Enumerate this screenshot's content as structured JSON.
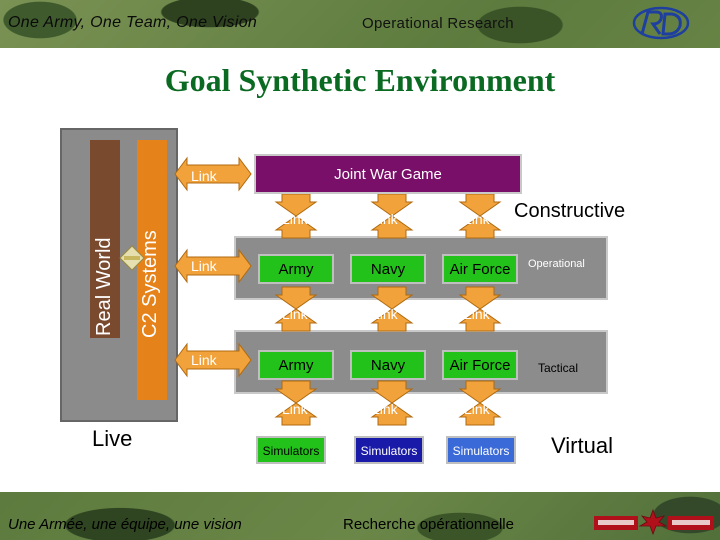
{
  "header": {
    "motto": "One Army, One Team, One Vision",
    "department": "Operational Research"
  },
  "title": "Goal Synthetic Environment",
  "live": {
    "real_world_label": "Real World",
    "c2_label": "C2 Systems",
    "live_label": "Live"
  },
  "constructive": {
    "joint_war_game": "Joint War Game",
    "section_label": "Constructive",
    "top_links": [
      "Link",
      "Link",
      "Link"
    ],
    "operational_label": "Operational",
    "operational_cells": [
      "Army",
      "Navy",
      "Air Force"
    ],
    "mid_links": [
      "Link",
      "Link",
      "Link"
    ]
  },
  "tactical": {
    "label": "Tactical",
    "cells": [
      "Army",
      "Navy",
      "Air Force"
    ],
    "bottom_links": [
      "Link",
      "Link",
      "Link"
    ]
  },
  "virtual": {
    "label": "Virtual",
    "simulators": [
      "Simulators",
      "Simulators",
      "Simulators"
    ]
  },
  "side_links": [
    "Link",
    "Link",
    "Link"
  ],
  "footer": {
    "motto_fr": "Une Armée, une équipe, une vision",
    "department_fr": "Recherche opérationnelle"
  },
  "colors": {
    "title_green": "#0a6a22",
    "jwg_purple": "#7a0f6a",
    "cell_green": "#23c21a",
    "link_orange": "#f2a23a",
    "c2_orange": "#e5821a",
    "real_world_brown": "#7a4a2e"
  }
}
